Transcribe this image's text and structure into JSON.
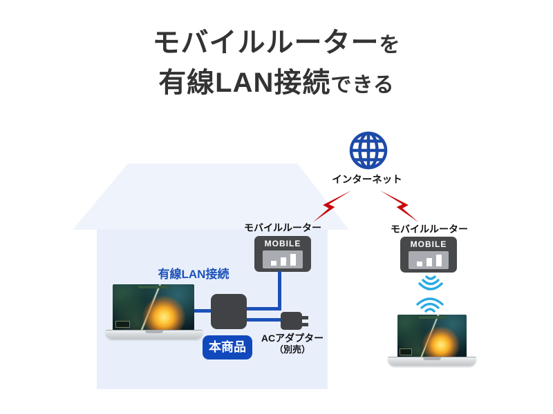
{
  "title": {
    "line1_main": "モバイルルーター",
    "line1_suffix": "を",
    "line2_main": "有線LAN接続",
    "line2_suffix": "できる"
  },
  "diagram": {
    "internet_label": "インターネット",
    "indoor": {
      "router_label": "モバイルルーター",
      "router_display": "MOBILE",
      "wired_lan_label": "有線LAN接続",
      "product_badge": "本商品",
      "ac_adapter_label": "ACアダプター",
      "ac_adapter_note": "（別売）"
    },
    "outdoor": {
      "router_label": "モバイルルーター",
      "router_display": "MOBILE"
    }
  },
  "icons": {
    "internet": "globe-grid-icon",
    "connection": "lightning-bolt-icon",
    "wireless": "wifi-arcs-icon",
    "signal_strength": "signal-bars-icon"
  },
  "colors": {
    "accent_blue": "#1b50b8",
    "badge_blue": "#1149bd",
    "globe_blue": "#1d4ba8",
    "wifi_blue": "#29aae3",
    "lightning_red": "#c8080b",
    "house_body_fill": "#e9effa",
    "house_roof_fill": "#eff3fc",
    "device_gray": "#47484a",
    "title_text": "#333333"
  }
}
